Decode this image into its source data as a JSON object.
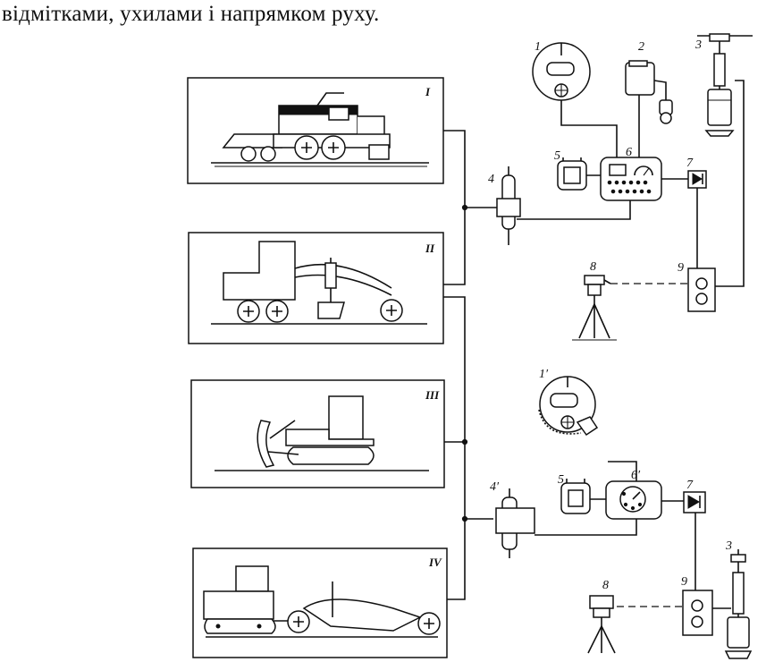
{
  "heading": "відмітками, ухилами і напрямком руху.",
  "panels": [
    {
      "roman": "I"
    },
    {
      "roman": "II"
    },
    {
      "roman": "III"
    },
    {
      "roman": "IV"
    }
  ],
  "labels": {
    "n1": "1",
    "n2": "2",
    "n3": "3",
    "n4": "4",
    "n5": "5",
    "n6": "6",
    "n7": "7",
    "n8": "8",
    "n9": "9",
    "n1p": "1′",
    "n4p": "4′",
    "n5b": "5",
    "n6p": "6′",
    "n7b": "7",
    "n8b": "8",
    "n9b": "9",
    "n3b": "3"
  }
}
